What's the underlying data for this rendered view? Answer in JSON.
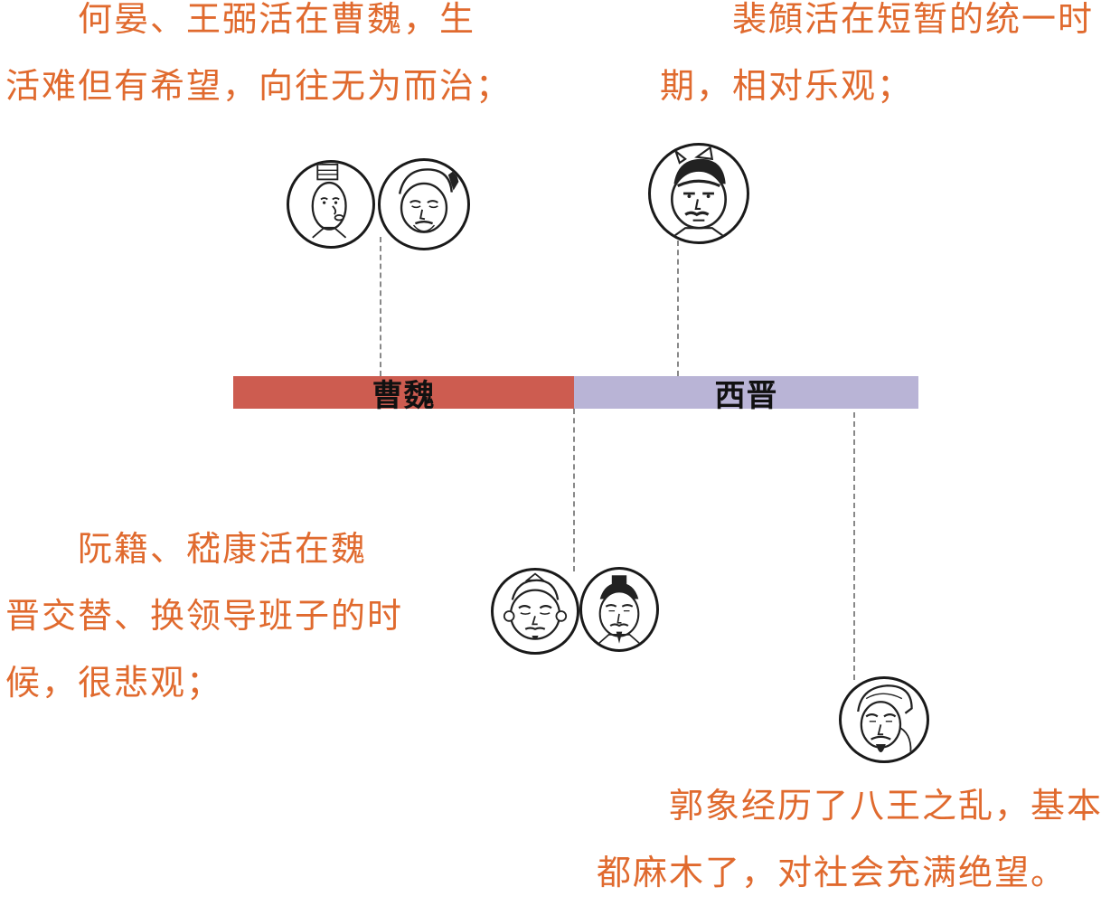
{
  "timeline": {
    "segments": [
      {
        "label": "曹魏",
        "color": "#cd5c50"
      },
      {
        "label": "西晋",
        "color": "#b9b4d6"
      }
    ]
  },
  "notes": {
    "he_wang": {
      "lines": [
        "何晏、王弼活在曹魏，生",
        "活难但有希望，向往无为而治；"
      ]
    },
    "pei_wei": {
      "lines": [
        "裴頠活在短暂的统一时",
        "期，相对乐观；"
      ]
    },
    "ruan_ji": {
      "lines": [
        "阮籍、嵇康活在魏",
        "晋交替、换领导班子的时",
        "候，很悲观；"
      ]
    },
    "guo_xiang": {
      "lines": [
        "郭象经历了八王之乱，基本",
        "都麻木了，对社会充满绝望。"
      ]
    }
  },
  "colors": {
    "text": "#e06a2e",
    "wei": "#cd5c50",
    "jin": "#b9b4d6",
    "connector": "#888888"
  },
  "icons": {
    "he_yan": "scholar-portrait-icon",
    "wang_bi": "scholar-portrait-icon",
    "pei_wei": "scholar-portrait-icon",
    "ruan_ji": "scholar-portrait-icon",
    "ji_kang": "scholar-portrait-icon",
    "guo_xiang": "scholar-portrait-icon"
  }
}
